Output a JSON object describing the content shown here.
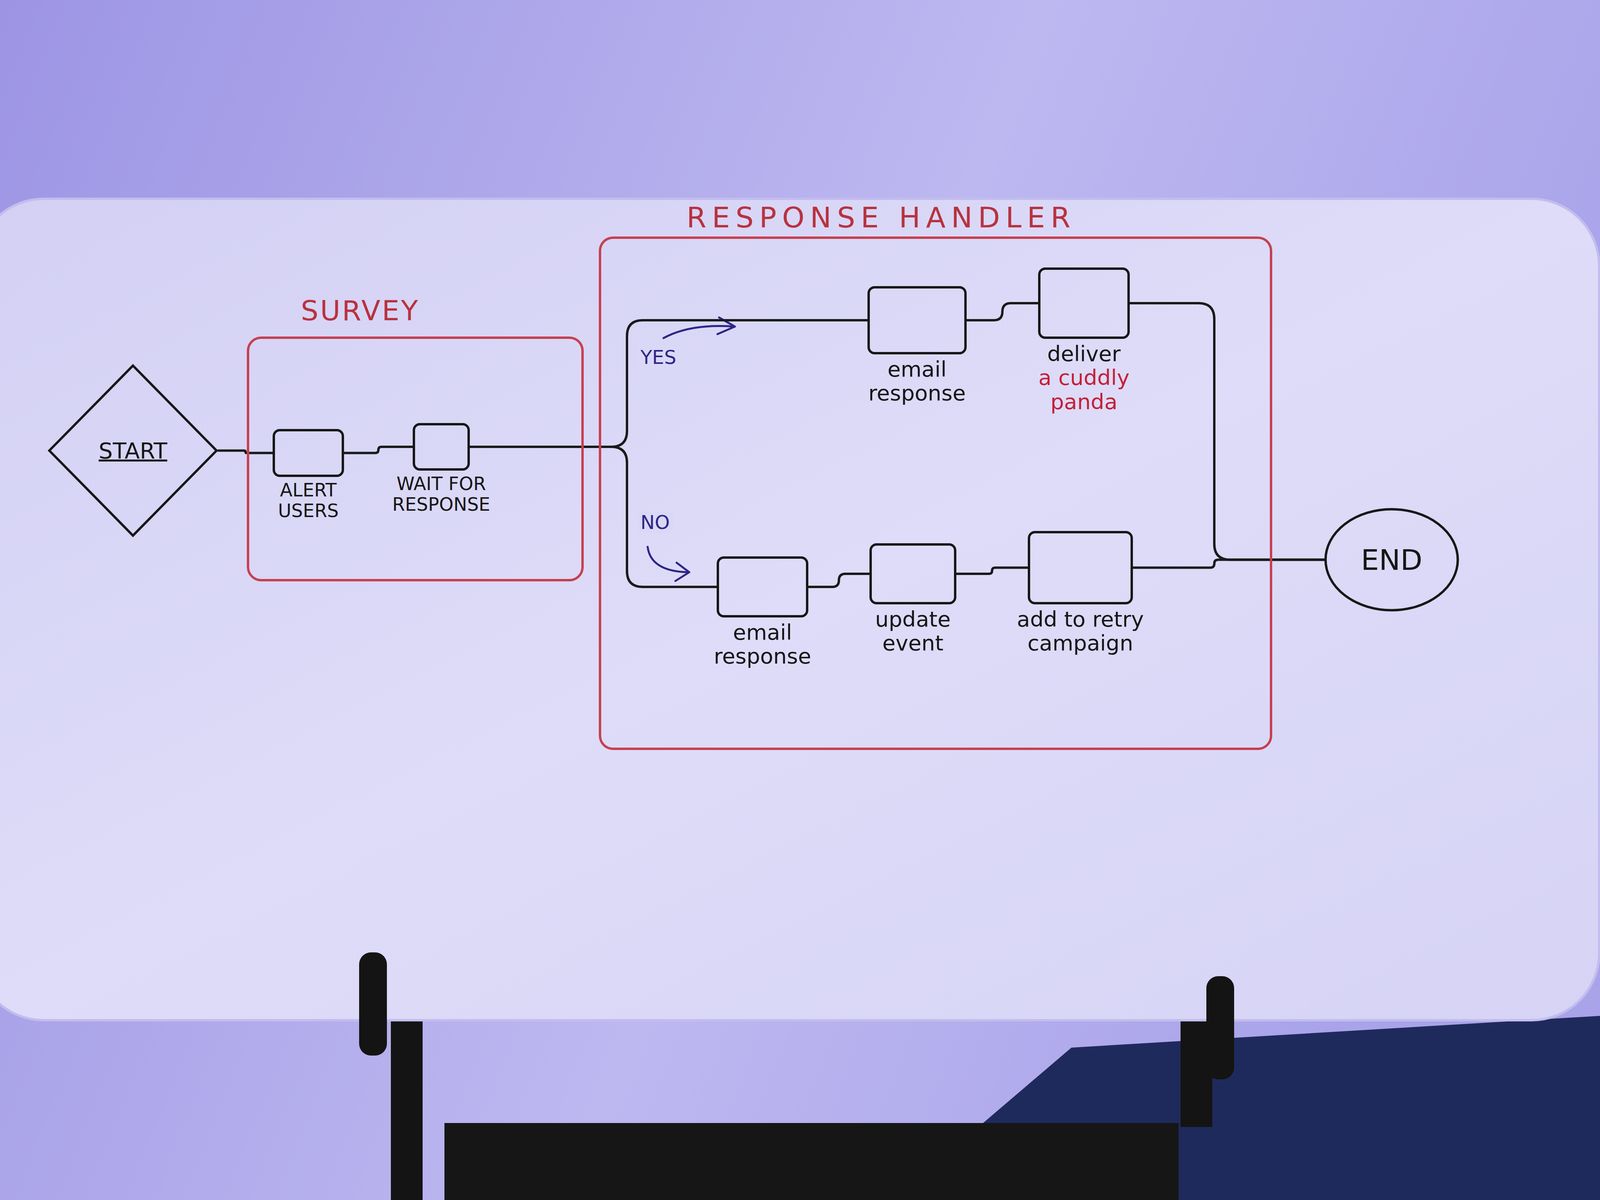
{
  "diagram": {
    "nodes": [
      {
        "text": [
          "START"
        ]
      },
      {
        "text": [
          "SURVEY"
        ]
      },
      {
        "text": [
          "ALERT USERS"
        ],
        "in": 1
      },
      {
        "text": [
          "WAIT FOR RESPONSE"
        ],
        "in": 1
      },
      {
        "text": [
          "RESPONSE HANDLER"
        ]
      },
      {
        "text": [
          "email response"
        ],
        "in": 4
      },
      {
        "text": [
          "deliver",
          "a cuddly panda"
        ],
        "in": 4
      },
      {
        "text": [
          "email response"
        ],
        "in": 4
      },
      {
        "text": [
          "update event"
        ],
        "in": 4
      },
      {
        "text": [
          "add to retry campaign"
        ],
        "in": 4
      },
      {
        "text": [
          "END"
        ]
      }
    ],
    "edges": [
      {
        "from": 0,
        "to": 2,
        "arrow": "none"
      },
      {
        "from": 2,
        "to": 3,
        "arrow": "none"
      },
      {
        "from": 3,
        "to": 5,
        "label": "YES",
        "arrow": "none"
      },
      {
        "from": 5,
        "to": 6,
        "arrow": "none"
      },
      {
        "from": 6,
        "to": 10,
        "arrow": "none"
      },
      {
        "from": 3,
        "to": 7,
        "label": "NO",
        "arrow": "none"
      },
      {
        "from": 7,
        "to": 8,
        "arrow": "none"
      },
      {
        "from": 8,
        "to": 9,
        "arrow": "none"
      },
      {
        "from": 9,
        "to": 10,
        "arrow": "none"
      }
    ]
  }
}
